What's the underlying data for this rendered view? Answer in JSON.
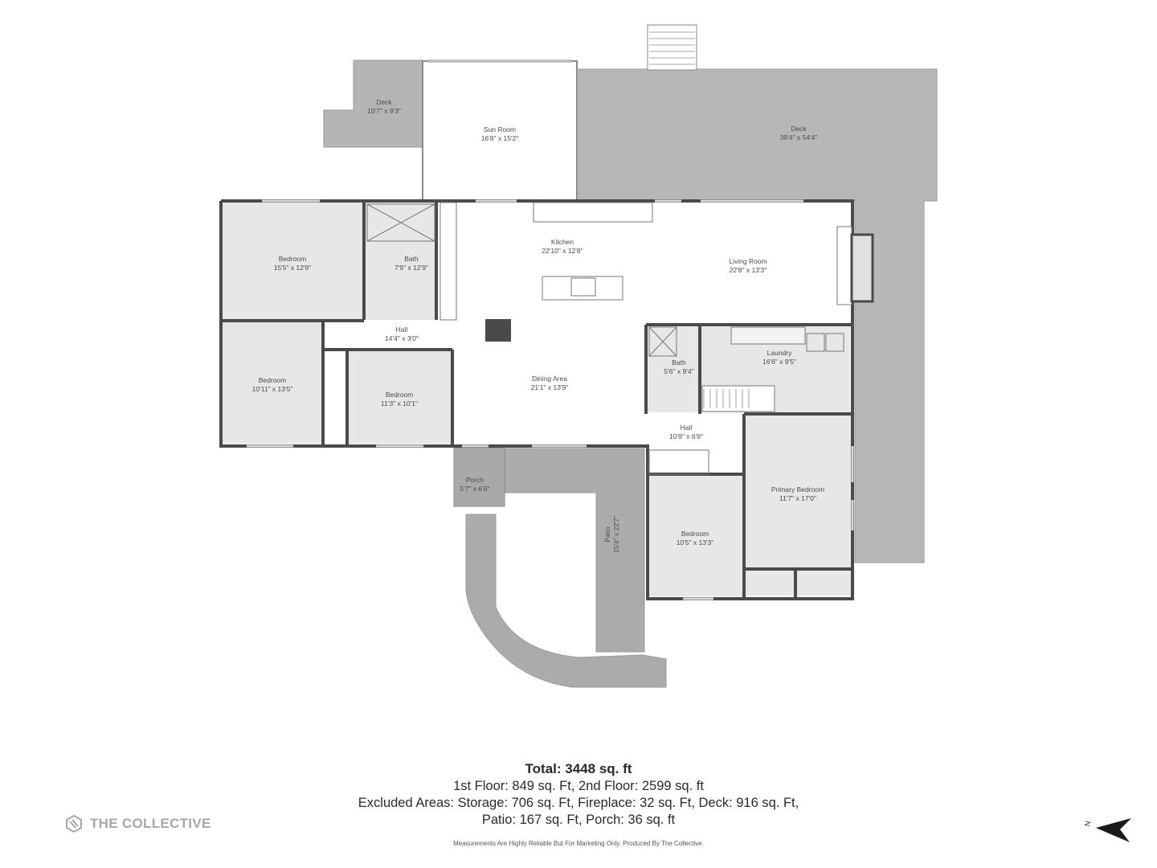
{
  "rooms": {
    "deck_small": {
      "name": "Deck",
      "dims": "10'7\" x 9'3\""
    },
    "sun_room": {
      "name": "Sun Room",
      "dims": "16'8\" x 15'2\""
    },
    "deck_large": {
      "name": "Deck",
      "dims": "39'4\" x 54'4\""
    },
    "bedroom_nw": {
      "name": "Bedroom",
      "dims": "15'5\" x 12'9\""
    },
    "bath_north": {
      "name": "Bath",
      "dims": "7'9\" x 12'9\""
    },
    "kitchen": {
      "name": "Kitchen",
      "dims": "22'10\" x 12'8\""
    },
    "living_room": {
      "name": "Living Room",
      "dims": "22'8\" x 13'3\""
    },
    "hall_west": {
      "name": "Hall",
      "dims": "14'4\" x 3'0\""
    },
    "bedroom_west": {
      "name": "Bedroom",
      "dims": "10'11\" x 13'5\""
    },
    "bedroom_mid": {
      "name": "Bedroom",
      "dims": "11'3\" x 10'1\""
    },
    "dining_area": {
      "name": "Dining Area",
      "dims": "21'1\" x 13'9\""
    },
    "bath_east": {
      "name": "Bath",
      "dims": "5'6\" x 9'4\""
    },
    "laundry": {
      "name": "Laundry",
      "dims": "16'6\" x 9'5\""
    },
    "hall_east": {
      "name": "Hall",
      "dims": "10'9\" x 6'6\""
    },
    "porch": {
      "name": "Porch",
      "dims": "5'7\" x 6'6\""
    },
    "patio": {
      "name": "Patio",
      "dims": "15'4\" x 22'7\""
    },
    "bedroom_south": {
      "name": "Bedroom",
      "dims": "10'5\" x 13'3\""
    },
    "primary_bedroom": {
      "name": "Primary Bedroom",
      "dims": "11'7\" x 17'0\""
    }
  },
  "summary": {
    "total": "Total: 3448 sq. ft",
    "line1": "1st Floor: 849 sq. Ft, 2nd Floor: 2599 sq. ft",
    "line2": "Excluded Areas: Storage: 706 sq. Ft, Fireplace: 32 sq. Ft, Deck: 916 sq. Ft,",
    "line3": "Patio: 167 sq. Ft, Porch: 36 sq. ft",
    "disclaimer": "Measurements Are Highly Reliable But For Marketing Only. Produced By The Collective."
  },
  "brand": {
    "name": "THE COLLECTIVE",
    "icon": "collective-logo-icon"
  },
  "compass": {
    "label": "N",
    "icon": "north-arrow-icon"
  },
  "colors": {
    "wall": "#4a4a4a",
    "deck": "#b7b7b7",
    "room": "#e8e8e8",
    "porch": "#a9a9a9"
  }
}
